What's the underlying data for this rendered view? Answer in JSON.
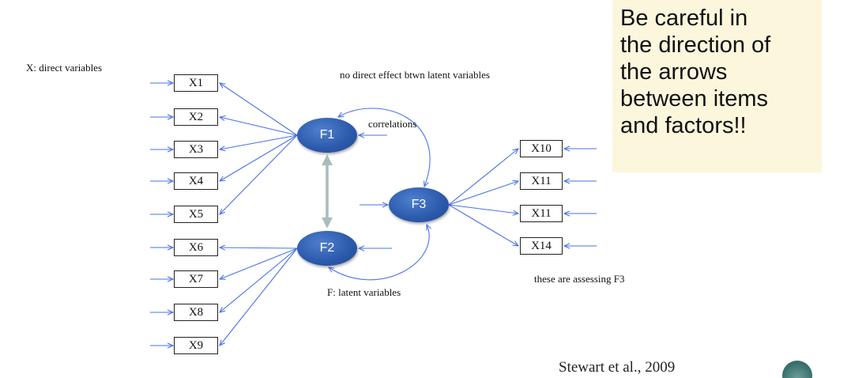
{
  "notes": {
    "direct_variables": "X: direct variables",
    "no_direct_effect": "no direct effect btwn latent variables",
    "correlations": "correlations",
    "latent_variables": "F: latent variables",
    "assessing_f3": "these are assessing F3"
  },
  "callout": {
    "lines": [
      "Be careful in",
      "the direction of",
      "the arrows",
      "between items",
      "and factors!!"
    ]
  },
  "citation": "Stewart et al., 2009",
  "factors": {
    "f1": "F1",
    "f2": "F2",
    "f3": "F3"
  },
  "items_left": [
    "X1",
    "X2",
    "X3",
    "X4",
    "X5",
    "X6",
    "X7",
    "X8",
    "X9"
  ],
  "items_right": [
    "X10",
    "X11",
    "X11",
    "X14"
  ],
  "colors": {
    "arrow": "#4a72e8",
    "factor_fill": "#2d5cae",
    "factor_link": "#a9bcbc",
    "callout_bg": "#fbf6dc"
  }
}
